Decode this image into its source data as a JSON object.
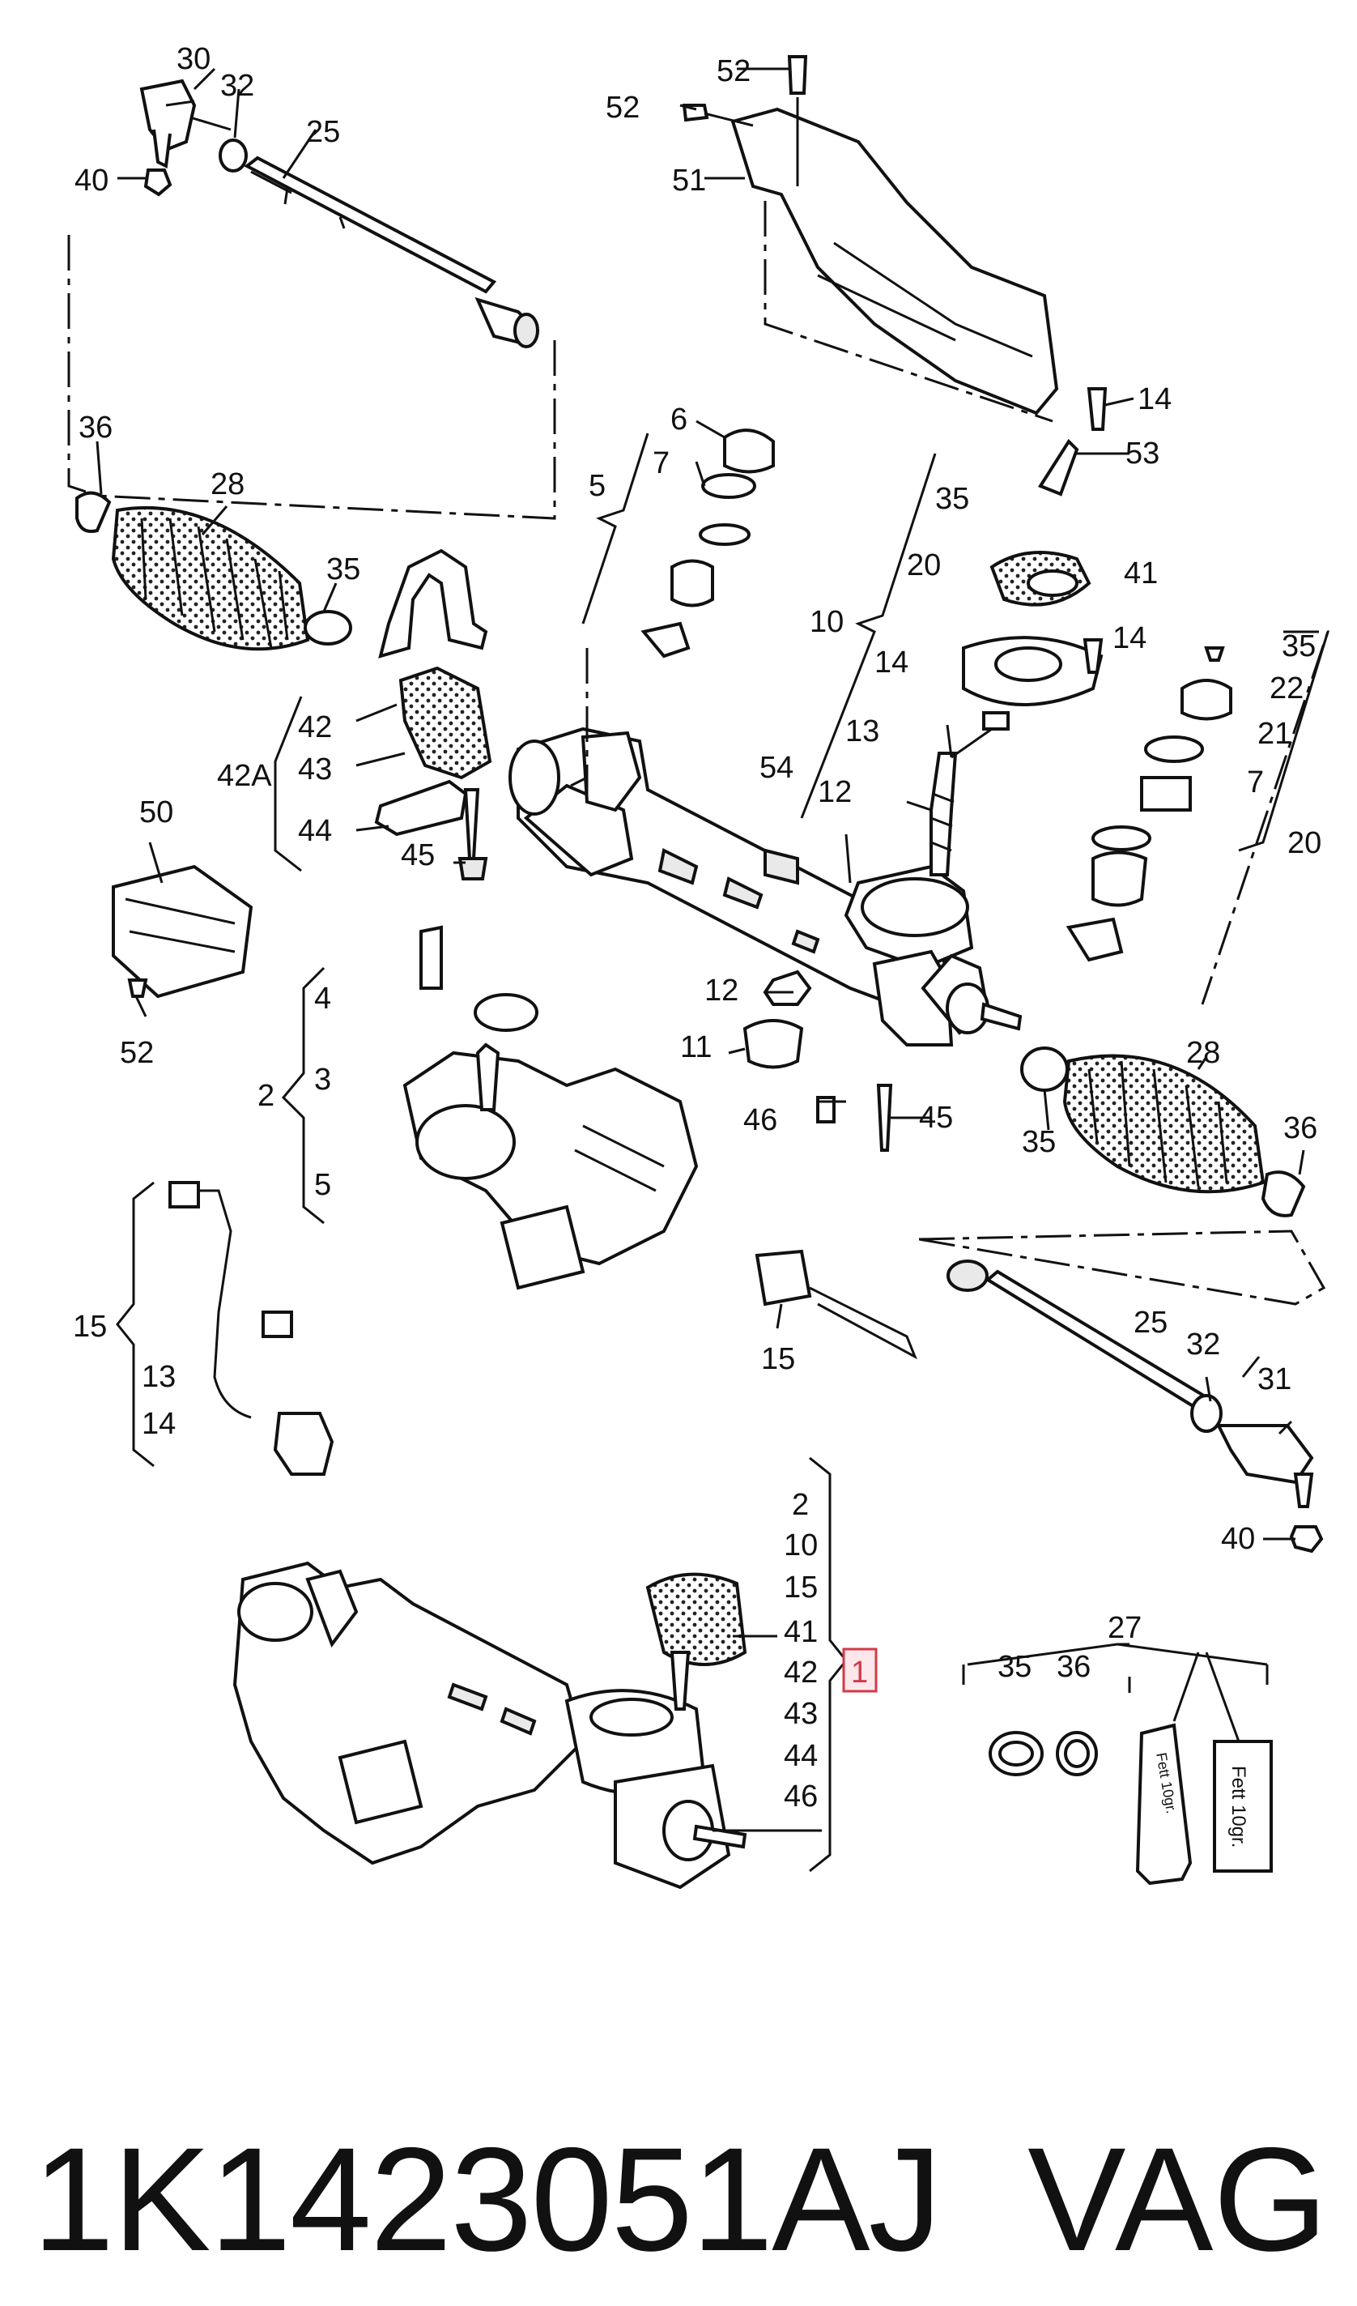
{
  "diagram": {
    "labels": {
      "l30": "30",
      "l32a": "32",
      "l25a": "25",
      "l40a": "40",
      "l52a": "52",
      "l52b": "52",
      "l51": "51",
      "l14a": "14",
      "l53": "53",
      "l14b": "14",
      "l36a": "36",
      "l28a": "28",
      "l35a": "35",
      "l42": "42",
      "l42A": "42A",
      "l43": "43",
      "l44": "44",
      "l45a": "45",
      "l6": "6",
      "l5a": "5",
      "l7a": "7",
      "l35b": "35",
      "l20a": "20",
      "l10": "10",
      "l14c": "14",
      "l41": "41",
      "l13a": "13",
      "l12a": "12",
      "l54": "54",
      "l35c": "35",
      "l22": "22",
      "l21": "21",
      "l7b": "7",
      "l20b": "20",
      "l50": "50",
      "l52c": "52",
      "l4": "4",
      "l2": "2",
      "l3": "3",
      "l5b": "5",
      "l12b": "12",
      "l11": "11",
      "l46": "46",
      "l45b": "45",
      "l28b": "28",
      "l35d": "35",
      "l36b": "36",
      "l15a": "15",
      "l13b": "13",
      "l14d": "14",
      "l15b": "15",
      "l25b": "25",
      "l32b": "32",
      "l31": "31",
      "l40b": "40",
      "k2": "2",
      "k10": "10",
      "k15": "15",
      "k41": "41",
      "k42": "42",
      "k43": "43",
      "k44": "44",
      "k46": "46",
      "l1": "1",
      "l27": "27",
      "l35e": "35",
      "l36c": "36",
      "tube": "Fett 10gr.",
      "box": "Fett 10gr."
    }
  },
  "footer": {
    "part_number": "1K1423051AJ",
    "brand": "VAG"
  },
  "colors": {
    "ink": "#111111",
    "highlight_border": "#d23a4a",
    "highlight_fill": "#fde7ea"
  }
}
